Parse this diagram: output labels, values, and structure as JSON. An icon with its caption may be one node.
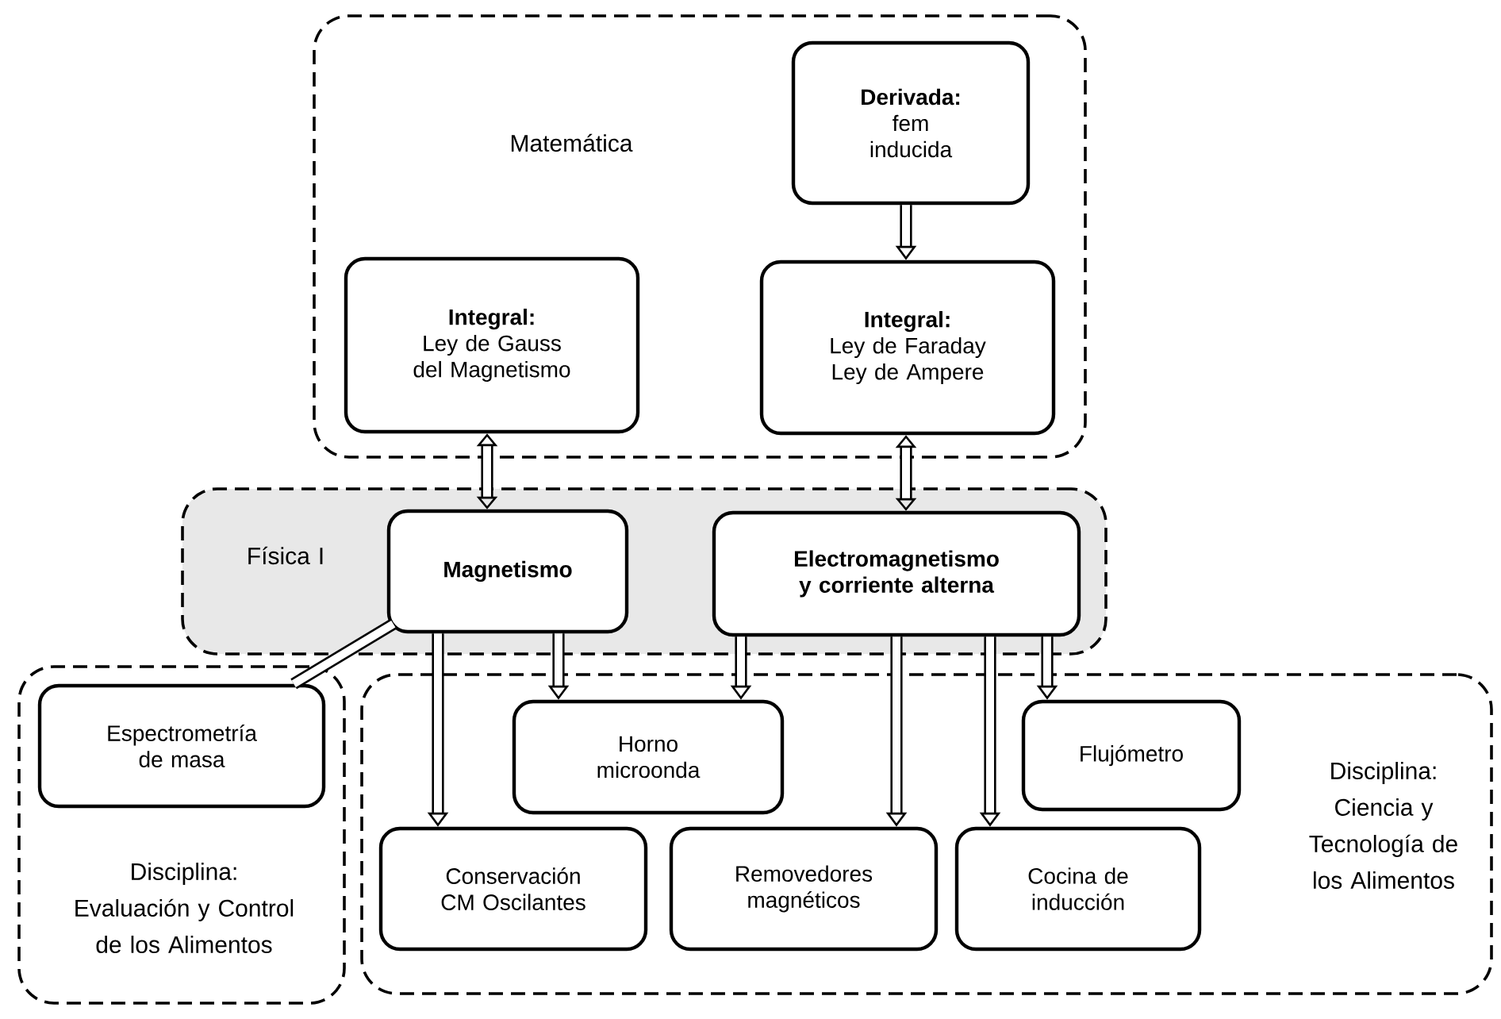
{
  "diagram": {
    "nodes": [
      {
        "text": [
          "Matemática"
        ]
      },
      {
        "text": [
          "Derivada:",
          "fem inducida"
        ],
        "in": 0
      },
      {
        "text": [
          "Integral:",
          "Ley de Gauss del Magnetismo"
        ],
        "in": 0
      },
      {
        "text": [
          "Integral:",
          "Ley de Faraday Ley de Ampere"
        ],
        "in": 0
      },
      {
        "text": [
          "Física I"
        ]
      },
      {
        "text": [
          "Magnetismo"
        ],
        "in": 4
      },
      {
        "text": [
          "Electromagnetismo y corriente alterna"
        ],
        "in": 4
      },
      {
        "text": [
          "Disciplina: Evaluación y Control de los Alimentos"
        ]
      },
      {
        "text": [
          "Espectrometría de masa"
        ],
        "in": 7
      },
      {
        "text": [
          "Disciplina: Ciencia y Tecnología de los Alimentos"
        ]
      },
      {
        "text": [
          "Horno microonda"
        ],
        "in": 9
      },
      {
        "text": [
          "Flujómetro"
        ],
        "in": 9
      },
      {
        "text": [
          "Conservación CM Oscilantes"
        ],
        "in": 9
      },
      {
        "text": [
          "Removedores magnéticos"
        ],
        "in": 9
      },
      {
        "text": [
          "Cocina de inducción"
        ],
        "in": 9
      }
    ],
    "edges": [
      {
        "from": 1,
        "to": 3,
        "arrow": "to"
      },
      {
        "from": 2,
        "to": 5,
        "arrow": "both"
      },
      {
        "from": 3,
        "to": 6,
        "arrow": "both"
      },
      {
        "from": 5,
        "to": 8,
        "arrow": "none"
      },
      {
        "from": 5,
        "to": 12,
        "arrow": "to"
      },
      {
        "from": 5,
        "to": 10,
        "arrow": "to"
      },
      {
        "from": 6,
        "to": 10,
        "arrow": "to"
      },
      {
        "from": 6,
        "to": 13,
        "arrow": "to"
      },
      {
        "from": 6,
        "to": 14,
        "arrow": "to"
      },
      {
        "from": 6,
        "to": 11,
        "arrow": "to"
      }
    ]
  }
}
